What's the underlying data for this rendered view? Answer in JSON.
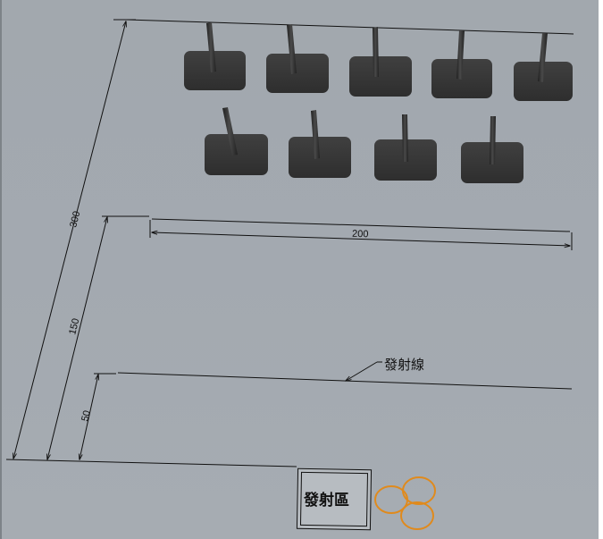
{
  "dimensions": {
    "total_depth": "300",
    "zone_depth": "150",
    "line_offset": "50",
    "target_width": "200"
  },
  "labels": {
    "launch_line": "發射線",
    "launch_zone": "發射區"
  },
  "targets": {
    "back_row_count": 5,
    "front_row_count": 4
  },
  "rings": {
    "count": 3,
    "color": "#e08a1c"
  },
  "colors": {
    "floor": "#a3a9b0",
    "target_base": "#3a3a3a",
    "target_post": "#2b2b2b",
    "dimension_line": "#111111"
  }
}
